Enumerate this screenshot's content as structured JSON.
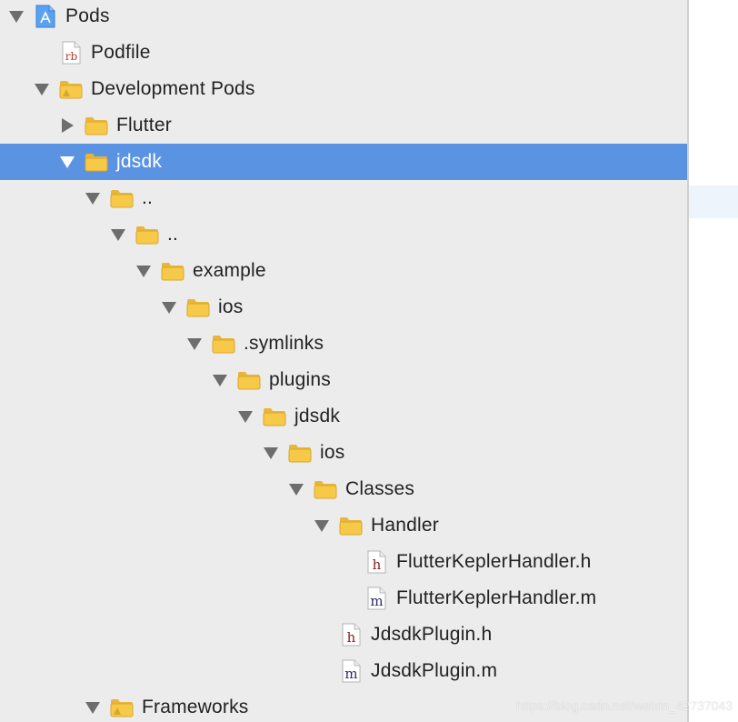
{
  "tree": [
    {
      "label": "Pods",
      "icon": "project-icon",
      "disclosure": "expanded",
      "depth": 0,
      "selected": false
    },
    {
      "label": "Podfile",
      "icon": "ruby-file-icon",
      "disclosure": "none",
      "depth": 1,
      "selected": false
    },
    {
      "label": "Development Pods",
      "icon": "group-folder-icon",
      "disclosure": "expanded",
      "depth": 1,
      "selected": false
    },
    {
      "label": "Flutter",
      "icon": "folder-icon",
      "disclosure": "collapsed",
      "depth": 2,
      "selected": false
    },
    {
      "label": "jdsdk",
      "icon": "folder-icon",
      "disclosure": "expanded",
      "depth": 2,
      "selected": true
    },
    {
      "label": "..",
      "icon": "folder-icon",
      "disclosure": "expanded",
      "depth": 3,
      "selected": false
    },
    {
      "label": "..",
      "icon": "folder-icon",
      "disclosure": "expanded",
      "depth": 4,
      "selected": false
    },
    {
      "label": "example",
      "icon": "folder-icon",
      "disclosure": "expanded",
      "depth": 5,
      "selected": false
    },
    {
      "label": "ios",
      "icon": "folder-icon",
      "disclosure": "expanded",
      "depth": 6,
      "selected": false
    },
    {
      "label": ".symlinks",
      "icon": "folder-icon",
      "disclosure": "expanded",
      "depth": 7,
      "selected": false
    },
    {
      "label": "plugins",
      "icon": "folder-icon",
      "disclosure": "expanded",
      "depth": 8,
      "selected": false
    },
    {
      "label": "jdsdk",
      "icon": "folder-icon",
      "disclosure": "expanded",
      "depth": 9,
      "selected": false
    },
    {
      "label": "ios",
      "icon": "folder-icon",
      "disclosure": "expanded",
      "depth": 10,
      "selected": false
    },
    {
      "label": "Classes",
      "icon": "folder-icon",
      "disclosure": "expanded",
      "depth": 11,
      "selected": false
    },
    {
      "label": "Handler",
      "icon": "folder-icon",
      "disclosure": "expanded",
      "depth": 12,
      "selected": false
    },
    {
      "label": "FlutterKeplerHandler.h",
      "icon": "header-file-icon",
      "disclosure": "none",
      "depth": 13,
      "selected": false
    },
    {
      "label": "FlutterKeplerHandler.m",
      "icon": "objc-file-icon",
      "disclosure": "none",
      "depth": 13,
      "selected": false
    },
    {
      "label": "JdsdkPlugin.h",
      "icon": "header-file-icon",
      "disclosure": "none",
      "depth": 12,
      "selected": false
    },
    {
      "label": "JdsdkPlugin.m",
      "icon": "objc-file-icon",
      "disclosure": "none",
      "depth": 12,
      "selected": false
    },
    {
      "label": "Frameworks",
      "icon": "group-folder-icon",
      "disclosure": "expanded",
      "depth": 3,
      "selected": false
    }
  ],
  "icon_glyphs": {
    "ruby_letters": "rb",
    "header_letter": "h",
    "objc_letter": "m"
  },
  "watermark": "https://blog.csdn.net/weixin_42737043",
  "colors": {
    "selection": "#5b93e3",
    "folder": "#f7c948",
    "background": "#ececec"
  }
}
